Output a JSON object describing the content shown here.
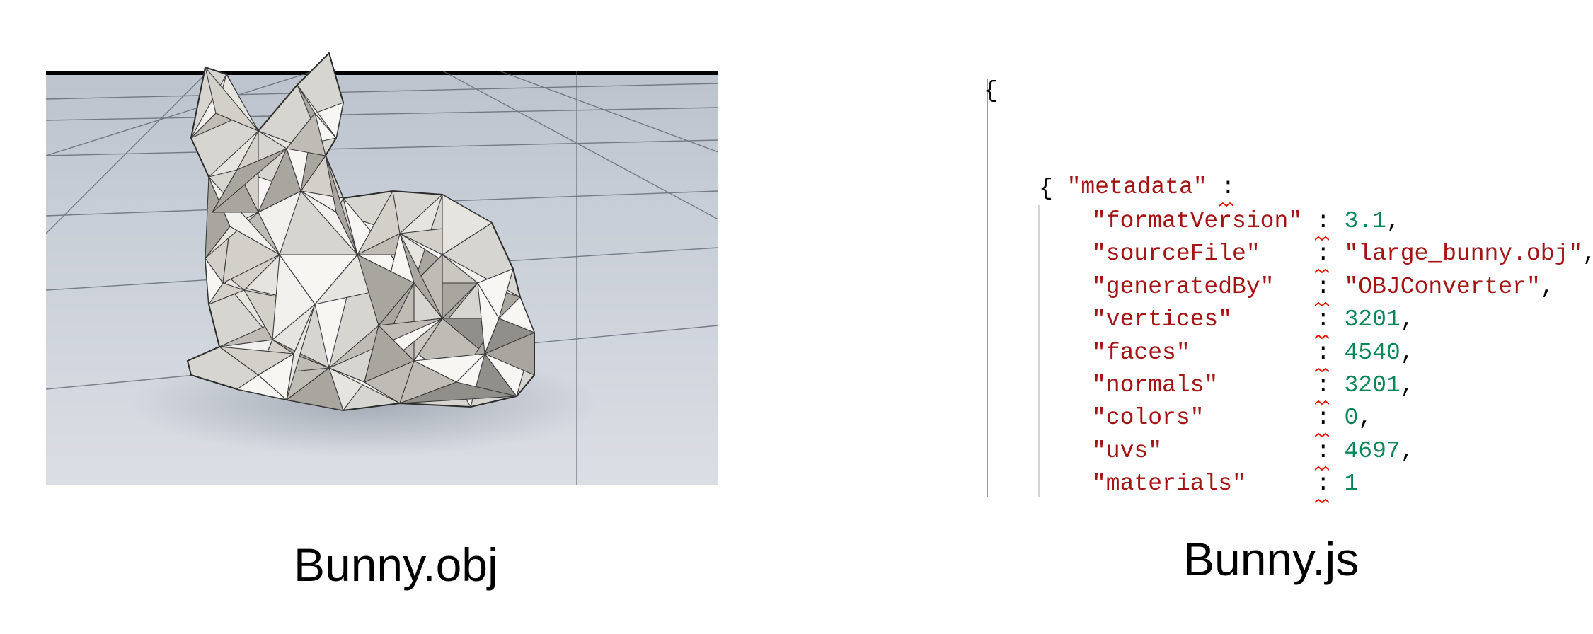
{
  "left_panel": {
    "caption": "Bunny.obj"
  },
  "right_panel": {
    "caption": "Bunny.js",
    "code": {
      "open_brace": "{",
      "metadata_key": "\"metadata\"",
      "colon": ":",
      "inner_open_brace": "{",
      "entries": [
        {
          "key": "\"formatVersion\"",
          "value": "3.1",
          "type": "number",
          "trail": ","
        },
        {
          "key": "\"sourceFile\"",
          "value": "\"large_bunny.obj\"",
          "type": "string",
          "trail": ","
        },
        {
          "key": "\"generatedBy\"",
          "value": "\"OBJConverter\"",
          "type": "string",
          "trail": ","
        },
        {
          "key": "\"vertices\"",
          "value": "3201",
          "type": "number",
          "trail": ","
        },
        {
          "key": "\"faces\"",
          "value": "4540",
          "type": "number",
          "trail": ","
        },
        {
          "key": "\"normals\"",
          "value": "3201",
          "type": "number",
          "trail": ","
        },
        {
          "key": "\"colors\"",
          "value": "0",
          "type": "number",
          "trail": ","
        },
        {
          "key": "\"uvs\"",
          "value": "4697",
          "type": "number",
          "trail": ","
        },
        {
          "key": "\"materials\"",
          "value": "1",
          "type": "number",
          "trail": ""
        }
      ]
    }
  },
  "colors": {
    "key": "#a31515",
    "string": "#a31515",
    "number": "#098658",
    "squiggle": "#e51400",
    "floor": "#c9ced6",
    "horizon": "#000000"
  }
}
